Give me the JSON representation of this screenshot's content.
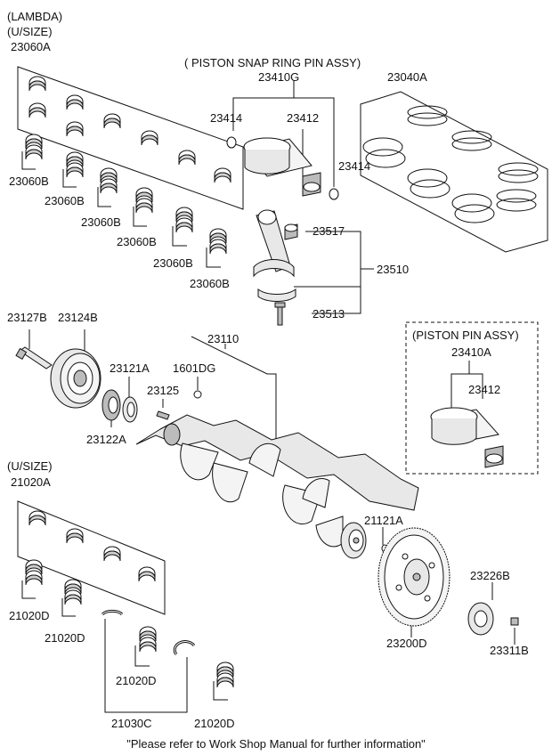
{
  "labels": {
    "lambda": "(LAMBDA)",
    "usize_top": "(U/SIZE)",
    "p23060A": "23060A",
    "p23060B_1": "23060B",
    "p23060B_2": "23060B",
    "p23060B_3": "23060B",
    "p23060B_4": "23060B",
    "p23060B_5": "23060B",
    "p23060B_6": "23060B",
    "piston_snap_ring_pin_assy": "( PISTON  SNAP RING  PIN ASSY)",
    "p23410G": "23410G",
    "p23040A": "23040A",
    "p23414_a": "23414",
    "p23412_a": "23412",
    "p23414_b": "23414",
    "p23517": "23517",
    "p23510": "23510",
    "p23513": "23513",
    "p23127B": "23127B",
    "p23124B": "23124B",
    "p23110": "23110",
    "p1601DG": "1601DG",
    "p23121A": "23121A",
    "p23125": "23125",
    "p23122A": "23122A",
    "piston_pin_assy": "(PISTON  PIN ASSY)",
    "p23410A": "23410A",
    "p23412_b": "23412",
    "usize_bottom": "(U/SIZE)",
    "p21020A": "21020A",
    "p21121A": "21121A",
    "p23226B": "23226B",
    "p21020D_1": "21020D",
    "p21020D_2": "21020D",
    "p21020D_3": "21020D",
    "p21020D_4": "21020D",
    "p23200D": "23200D",
    "p23311B": "23311B",
    "p21030C": "21030C"
  },
  "footer": "\"Please refer to Work Shop Manual for further information\""
}
